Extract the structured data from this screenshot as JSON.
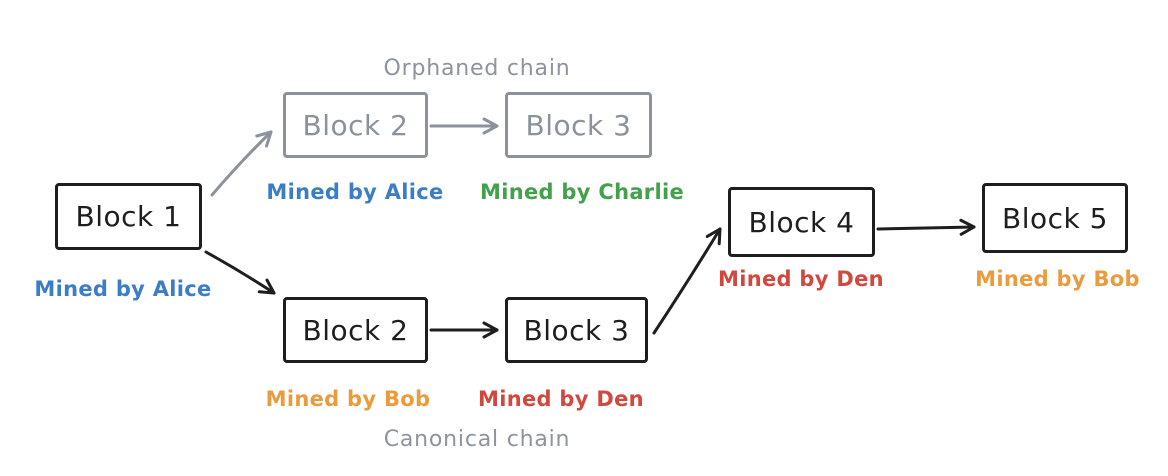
{
  "colors": {
    "background": "#ffffff",
    "block_border": "#1e1e1e",
    "orphan_gray": "#8b929c",
    "chain_label_gray": "#8d949e",
    "miner_blue": "#3b7dc6",
    "miner_green": "#43a04b",
    "miner_orange": "#ea9b3d",
    "miner_red": "#d0493f"
  },
  "blocks": {
    "block1": {
      "title": "Block 1",
      "miner": "Mined by Alice"
    },
    "block4": {
      "title": "Block 4",
      "miner": "Mined by Den"
    },
    "block5": {
      "title": "Block 5",
      "miner": "Mined by Bob"
    }
  },
  "chains": {
    "orphaned": {
      "label": "Orphaned chain",
      "blocks": [
        {
          "title": "Block 2",
          "miner": "Mined by Alice"
        },
        {
          "title": "Block 3",
          "miner": "Mined by Charlie"
        }
      ]
    },
    "canonical": {
      "label": "Canonical chain",
      "blocks": [
        {
          "title": "Block 2",
          "miner": "Mined by Bob"
        },
        {
          "title": "Block 3",
          "miner": "Mined by Den"
        }
      ]
    }
  }
}
